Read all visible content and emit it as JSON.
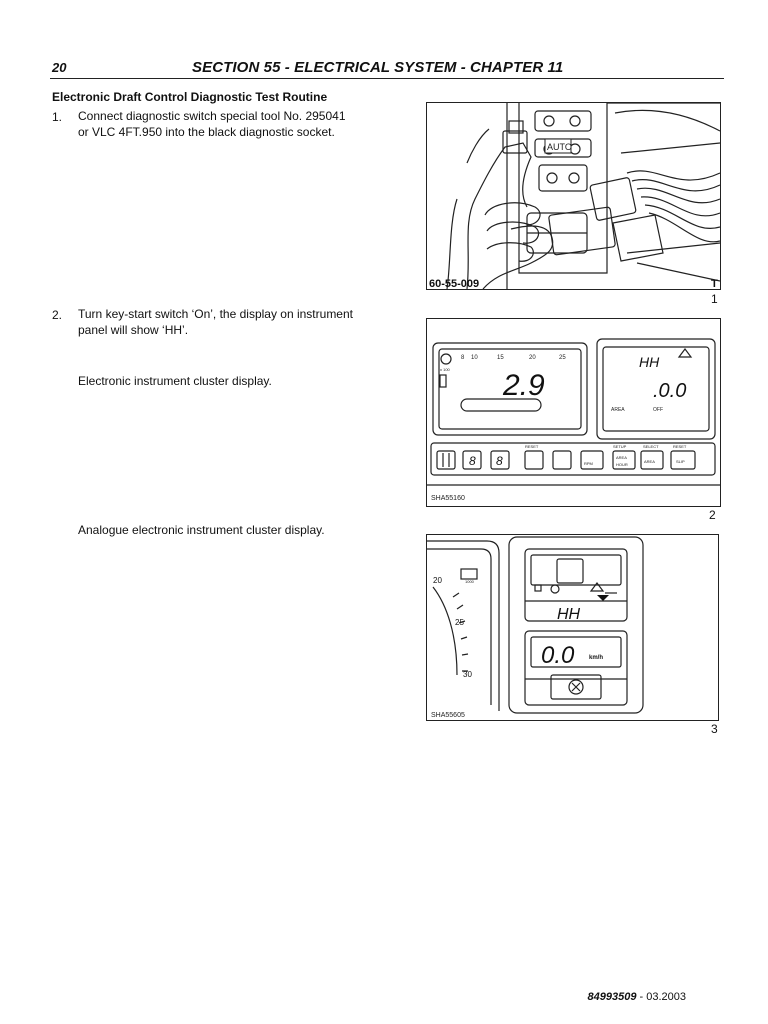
{
  "header": {
    "page_number": "20",
    "section_title": "SECTION  55 - ELECTRICAL SYSTEM - CHAPTER 11"
  },
  "heading": "Electronic Draft Control Diagnostic Test Routine",
  "steps": [
    {
      "number": "1.",
      "lines": [
        "Connect diagnostic switch special tool No. 295041",
        "or VLC 4FT.950 into the black diagnostic socket."
      ]
    },
    {
      "number": "2.",
      "lines": [
        "Turn key-start switch ‘On’, the display on instrument",
        "panel will show ‘HH’."
      ]
    }
  ],
  "captions": {
    "electronic": "Electronic instrument cluster display.",
    "analogue": "Analogue electronic instrument cluster display."
  },
  "figures": [
    {
      "label": "60-55-009",
      "edge_text": "T",
      "auto_label": "AUTO",
      "number": "1"
    },
    {
      "label": "SHA55160",
      "number": "2",
      "speed_display": "2.9",
      "hh_display": "HH",
      "decimal_display": ".0.0",
      "scale_ticks": [
        "8",
        "10",
        "15",
        "20",
        "25"
      ],
      "rpm_tag": "x 100",
      "area_label": "AREA",
      "off_label": "OFF",
      "button_labels": [
        "RESET",
        "SETUP",
        "SELECT",
        "RESET"
      ],
      "button_texts": [
        "RPM",
        "AREA",
        "HOUR",
        "AREA",
        "SLIP"
      ]
    },
    {
      "label": "SHA55605",
      "number": "3",
      "dial_ticks": [
        "20",
        "25",
        "30"
      ],
      "rpm_tag": "1000",
      "hh_display": "HH",
      "speed_display": "0.0",
      "unit": "km/h"
    }
  ],
  "footer": {
    "doc_number": "84993509",
    "date": "- 03.2003"
  }
}
